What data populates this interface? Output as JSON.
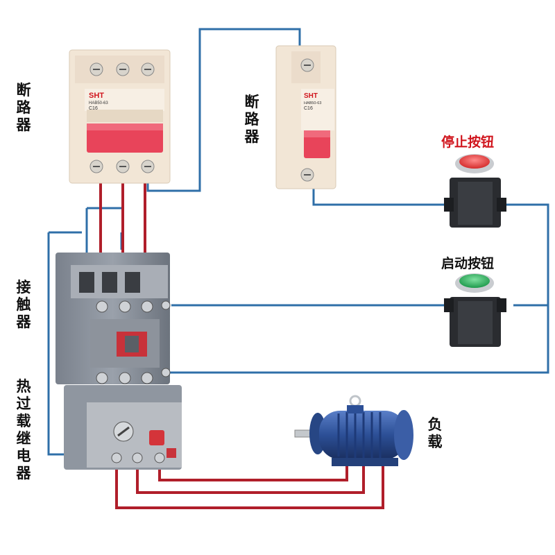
{
  "labels": {
    "breaker_3p": "断路器",
    "breaker_1p": "断路器",
    "contactor": "接触器",
    "thermal_relay": "热过载继电器",
    "load": "负载",
    "stop_button": "停止按钮",
    "start_button": "启动按钮"
  },
  "devices": {
    "breaker_3p_brand": "SHT",
    "breaker_3p_model": "HAB50-63",
    "breaker_3p_rating": "C16",
    "breaker_1p_brand": "SHT",
    "breaker_1p_model": "HAB50-63",
    "breaker_1p_rating": "C16"
  },
  "colors": {
    "power_wire": "#b01e2a",
    "control_wire": "#2f6fa8",
    "stop_label": "#d0141c",
    "start_label": "#111111",
    "breaker_handle": "#e8445a",
    "stop_cap": "#e23a3a",
    "start_cap": "#2eaa5a",
    "motor_body": "#2c4f96"
  }
}
